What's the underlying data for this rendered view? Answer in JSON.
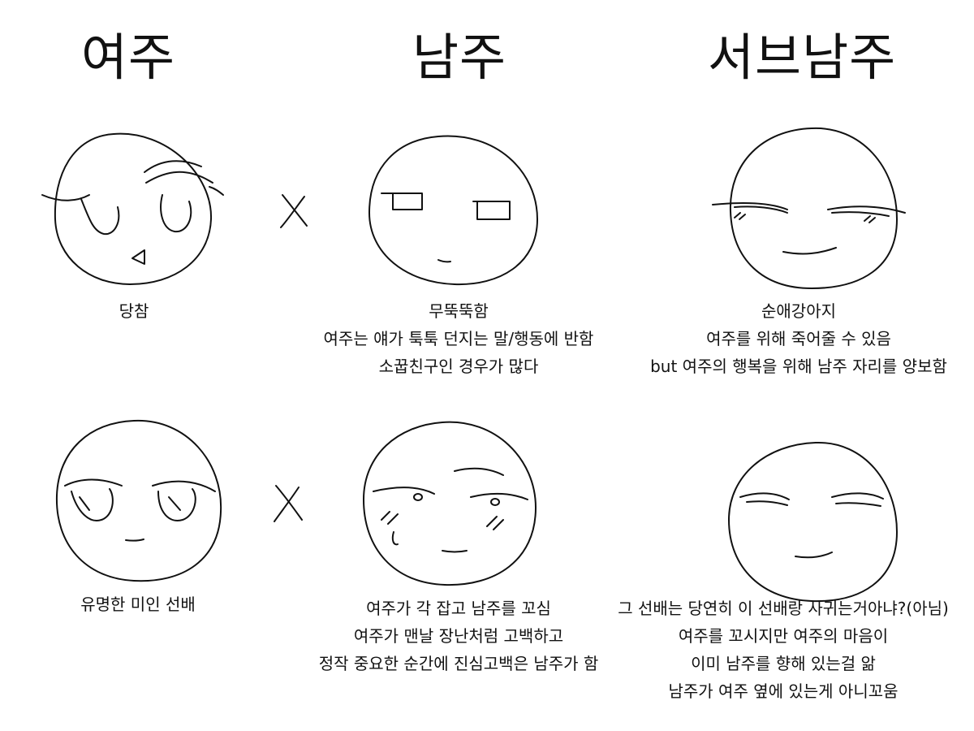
{
  "headers": {
    "female_lead": "여주",
    "male_lead": "남주",
    "sub_male_lead": "서브남주"
  },
  "row1": {
    "female_lead": [
      "당참"
    ],
    "male_lead": [
      "무뚝뚝함",
      "여주는 얘가 툭툭 던지는 말/행동에 반함",
      "소꿉친구인 경우가 많다"
    ],
    "sub_male_lead": [
      "순애강아지",
      "여주를 위해 죽어줄 수 있음",
      "but 여주의 행복을 위해 남주 자리를 양보함"
    ]
  },
  "row2": {
    "female_lead": [
      "유명한 미인 선배"
    ],
    "male_lead": [
      "여주가 각 잡고 남주를 꼬심",
      "여주가 맨날 장난처럼 고백하고",
      "정작 중요한 순간에 진심고백은 남주가 함"
    ],
    "sub_male_lead": [
      "그 선배는 당연히 이 선배랑 사귀는거아냐?(아님)",
      "여주를 꼬시지만 여주의 마음이",
      "이미 남주를 향해 있는걸 앎",
      "남주가 여주 옆에 있는게 아니꼬움"
    ]
  }
}
